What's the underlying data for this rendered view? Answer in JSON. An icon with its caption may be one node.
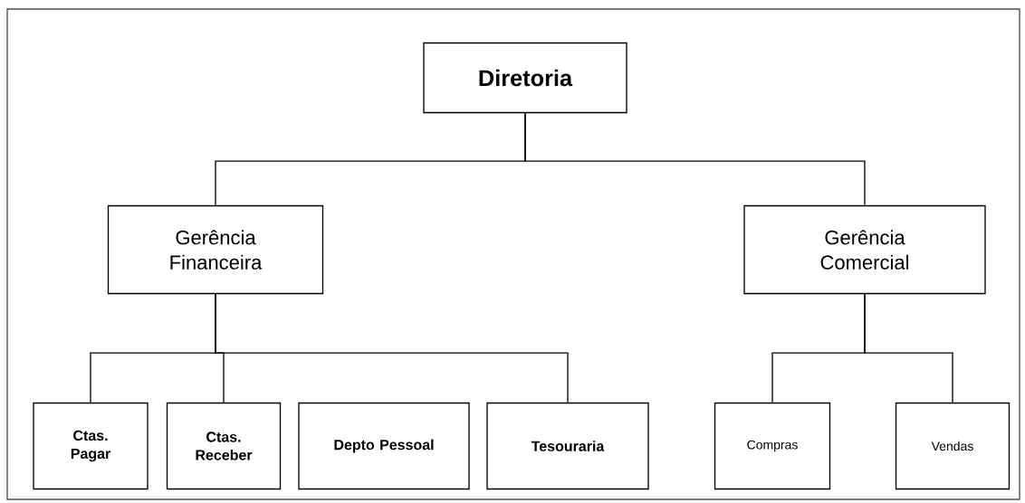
{
  "diagram": {
    "nodes": [
      {
        "text": [
          "Diretoria"
        ]
      },
      {
        "text": [
          "Gerência Financeira"
        ]
      },
      {
        "text": [
          "Gerência Comercial"
        ]
      },
      {
        "text": [
          "Ctas. Pagar"
        ]
      },
      {
        "text": [
          "Ctas. Receber"
        ]
      },
      {
        "text": [
          "Depto Pessoal"
        ]
      },
      {
        "text": [
          "Tesouraria"
        ]
      },
      {
        "text": [
          "Compras"
        ]
      },
      {
        "text": [
          "Vendas"
        ]
      }
    ],
    "edges": [
      {
        "from": 0,
        "to": 1,
        "arrow": "none"
      },
      {
        "from": 0,
        "to": 2,
        "arrow": "none"
      },
      {
        "from": 1,
        "to": 3,
        "arrow": "none"
      },
      {
        "from": 1,
        "to": 4,
        "arrow": "none"
      },
      {
        "from": 1,
        "to": 6,
        "arrow": "none"
      },
      {
        "from": 2,
        "to": 7,
        "arrow": "none"
      },
      {
        "from": 2,
        "to": 8,
        "arrow": "none"
      }
    ]
  }
}
